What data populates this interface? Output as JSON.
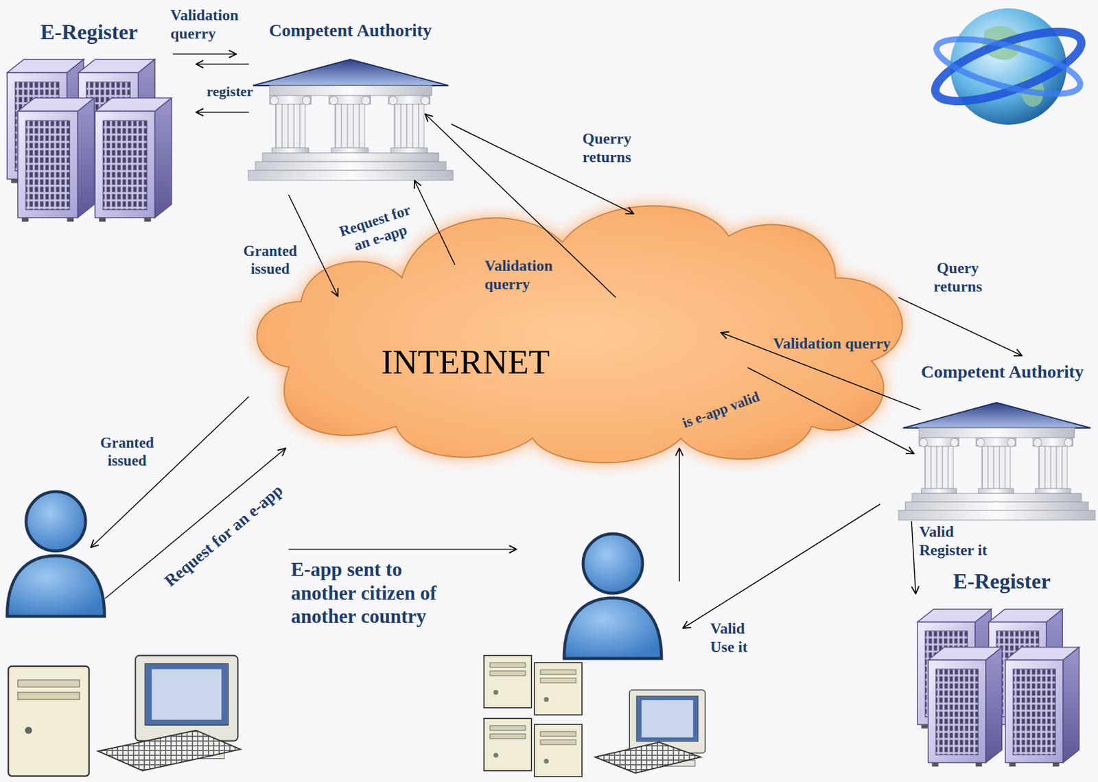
{
  "diagram": {
    "nodes": [
      {
        "text": [
          "E-Register"
        ]
      },
      {
        "text": [
          "Competent Authority"
        ]
      },
      {
        "text": [
          "INTERNET"
        ]
      },
      {
        "text": [
          "Competent Authority"
        ]
      },
      {
        "text": [
          "E-Register"
        ]
      }
    ],
    "edges": [
      {
        "from": 0,
        "to": 1,
        "arrow": "to",
        "label": "Validation querry"
      },
      {
        "from": 1,
        "to": 0,
        "arrow": "to"
      },
      {
        "from": 1,
        "to": 0,
        "arrow": "to",
        "label": "register"
      },
      {
        "from": 1,
        "to": 2,
        "arrow": "to",
        "label": "Granted issued"
      },
      {
        "from": 2,
        "to": 1,
        "arrow": "to",
        "label": "Request for an e-app"
      },
      {
        "from": 2,
        "to": 1,
        "arrow": "to",
        "label": "Validation querry"
      },
      {
        "from": 1,
        "to": 2,
        "arrow": "to",
        "label": "Querry returns"
      },
      {
        "from": 2,
        "to": 3,
        "arrow": "to",
        "label": "Query returns"
      },
      {
        "from": 3,
        "to": 2,
        "arrow": "to",
        "label": "Validation querry"
      },
      {
        "from": 2,
        "to": 3,
        "arrow": "to",
        "label": "is e-app valid"
      },
      {
        "from": 3,
        "to": 4,
        "arrow": "to",
        "label": "Valid Register it"
      }
    ],
    "labels": [
      "Granted issued",
      "Request for an e-app",
      "E-app sent to another citizen of another country",
      "Valid Use it"
    ]
  }
}
